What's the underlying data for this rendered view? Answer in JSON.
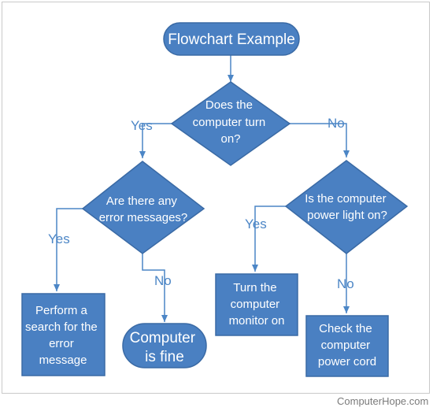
{
  "diagram": {
    "title": "Flowchart Example",
    "nodes": {
      "decision_turn_on": [
        "Does the",
        "computer turn",
        "on?"
      ],
      "decision_error_messages": [
        "Are there any",
        "error messages?"
      ],
      "decision_power_light": [
        "Is the computer",
        "power light on?"
      ],
      "action_search": [
        "Perform a",
        "search for the",
        "error",
        "message"
      ],
      "action_monitor": [
        "Turn the",
        "computer",
        "monitor on"
      ],
      "action_power_cord": [
        "Check the",
        "computer",
        "power cord"
      ],
      "end_fine": [
        "Computer",
        "is fine"
      ]
    },
    "edge_labels": {
      "turn_on_yes": "Yes",
      "turn_on_no": "No",
      "errors_yes": "Yes",
      "errors_no": "No",
      "light_yes": "Yes",
      "light_no": "No"
    }
  },
  "footer": {
    "watermark": "ComputerHope.com"
  },
  "colors": {
    "shape_fill": "#4a80c2",
    "shape_stroke": "#3a6aa5",
    "line": "#4c86c6",
    "label": "#4c86c6"
  }
}
